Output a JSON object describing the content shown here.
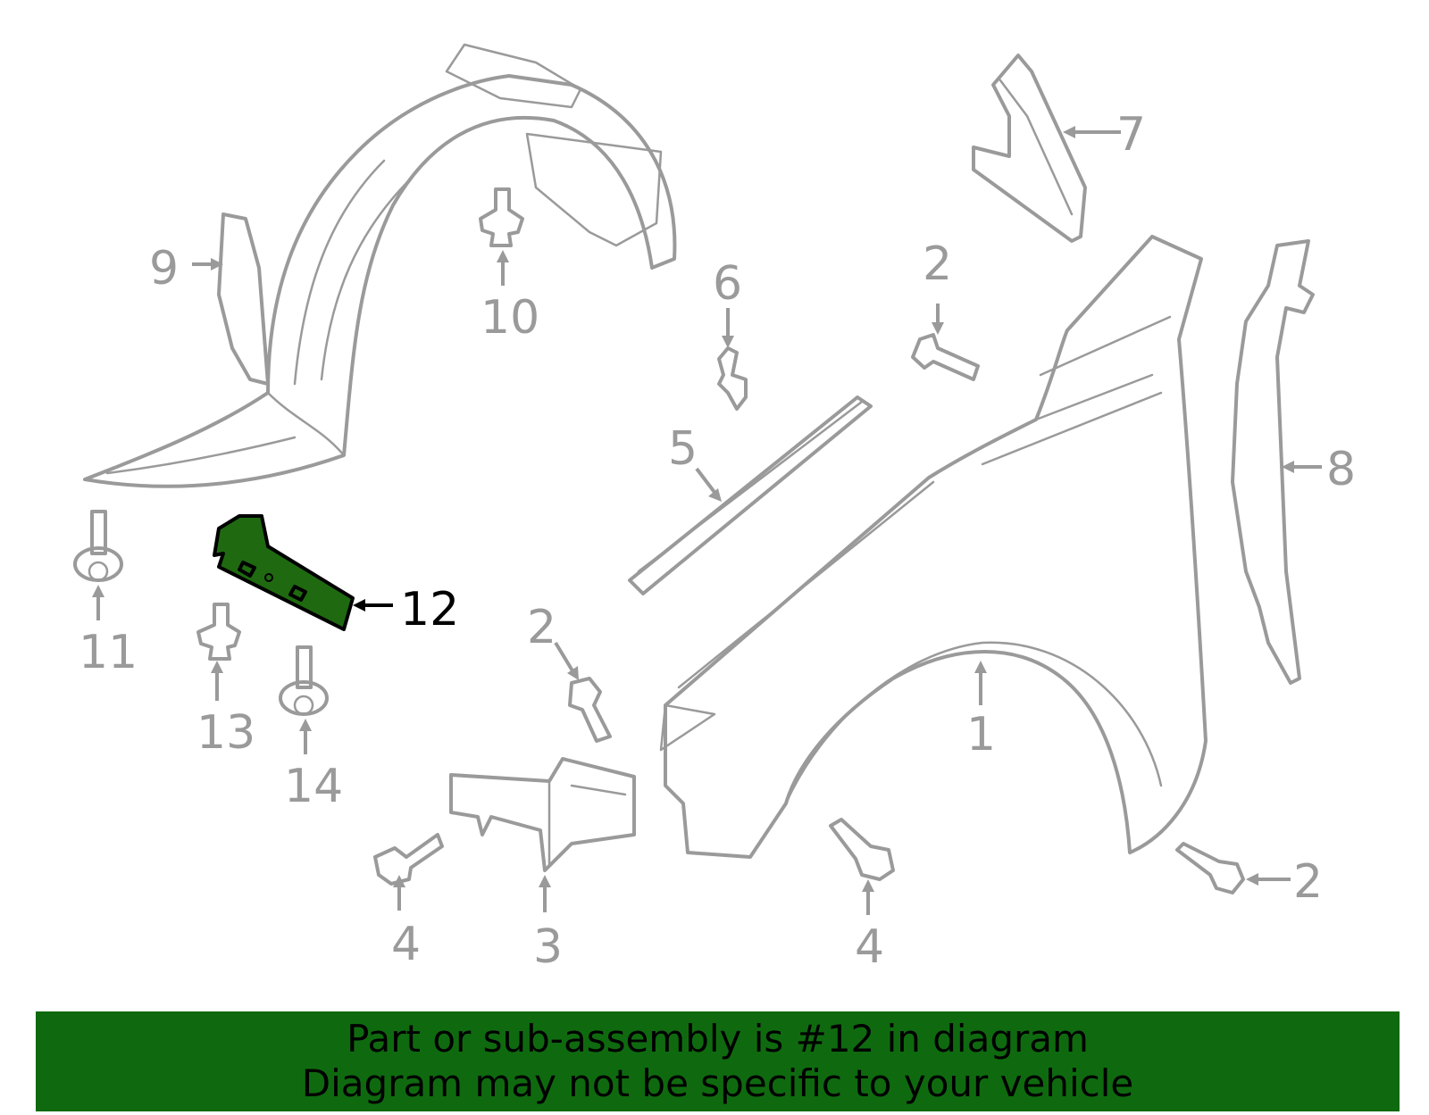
{
  "callouts": {
    "c1": "1",
    "c2a": "2",
    "c2b": "2",
    "c2c": "2",
    "c3": "3",
    "c4a": "4",
    "c4b": "4",
    "c5": "5",
    "c6": "6",
    "c7": "7",
    "c8": "8",
    "c9": "9",
    "c10": "10",
    "c11": "11",
    "c12": "12",
    "c13": "13",
    "c14": "14"
  },
  "highlight": {
    "fill_color": "#1f6a10",
    "callout": "12"
  },
  "banner": {
    "line1": "Part or sub-assembly is #12 in diagram",
    "line2": "Diagram may not be specific to your vehicle",
    "color": "#0f6a0f"
  }
}
